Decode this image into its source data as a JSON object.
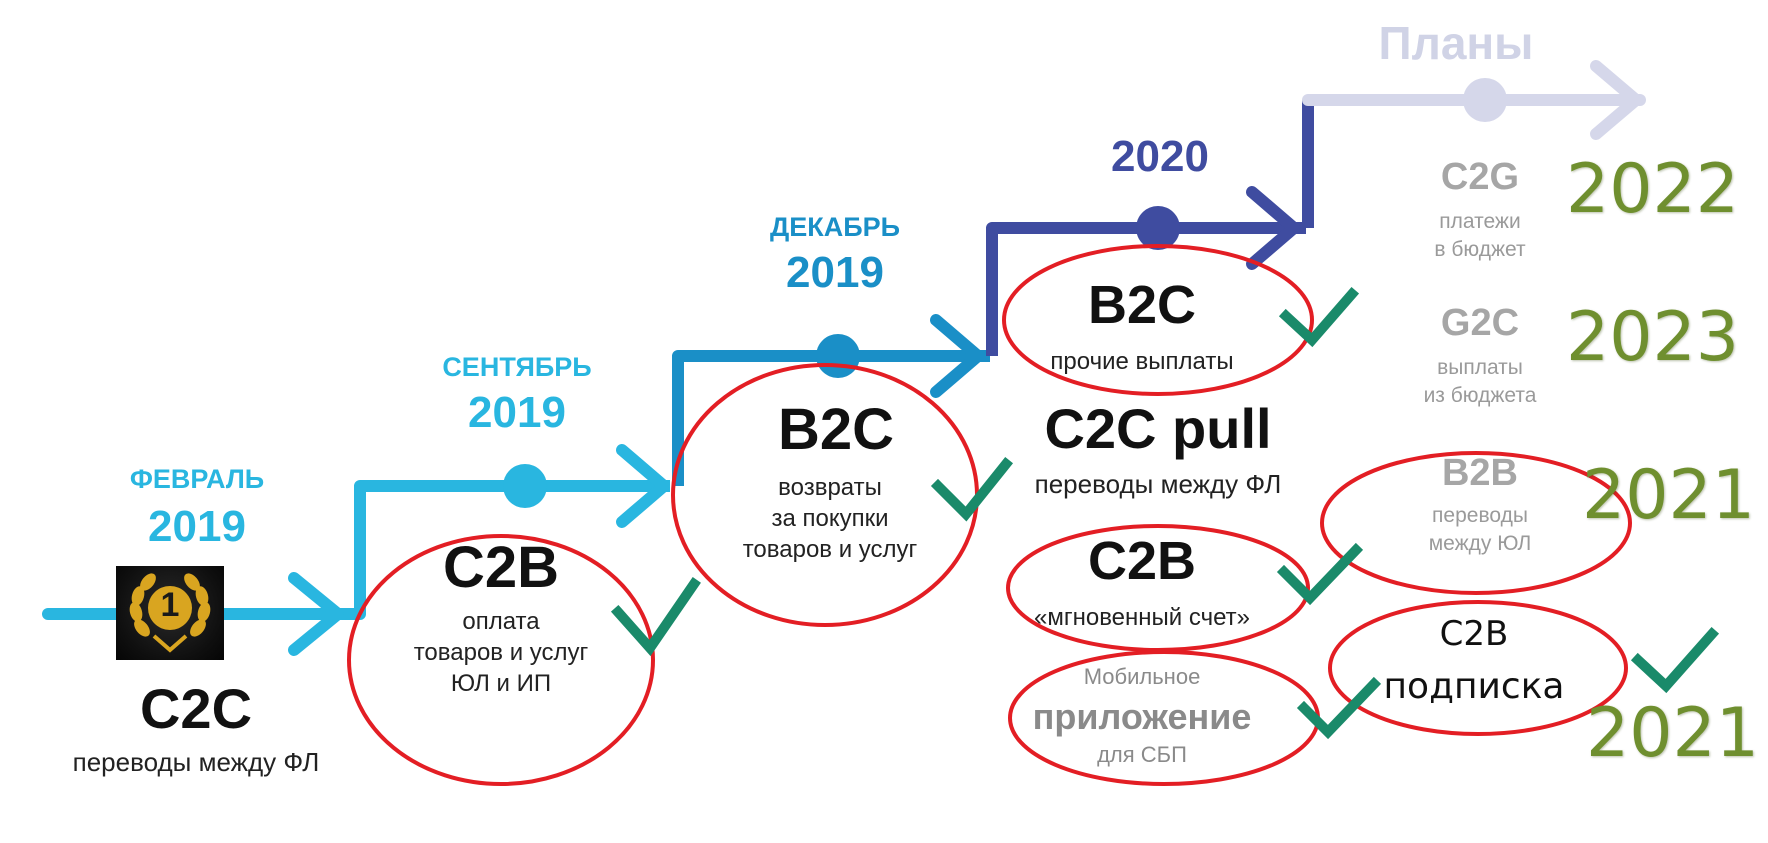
{
  "colors": {
    "stage1": "#29b6e0",
    "stage2": "#1a8fc7",
    "stage3": "#3f4ca0",
    "plans": "#d5d7ea",
    "circle": "#e31e24",
    "check": "#1a8a6a",
    "green_year": "#6f8f2f",
    "medal_gold": "#d9a520"
  },
  "stages": [
    {
      "month": "ФЕВРАЛЬ",
      "year": "2019",
      "code": "C2C",
      "desc": "переводы между ФЛ",
      "badge": "1"
    },
    {
      "month": "СЕНТЯБРЬ",
      "year": "2019",
      "code": "C2B",
      "desc": [
        "оплата",
        "товаров и услуг",
        "ЮЛ и ИП"
      ]
    },
    {
      "month": "ДЕКАБРЬ",
      "year": "2019",
      "code": "B2C",
      "desc": [
        "возвраты",
        "за покупки",
        "товаров и услуг"
      ]
    },
    {
      "year": "2020",
      "items": [
        {
          "code": "B2C",
          "desc": "прочие выплаты"
        },
        {
          "code": "C2C pull",
          "desc": "переводы между ФЛ"
        },
        {
          "code": "C2B",
          "desc": "«мгновенный счет»"
        },
        {
          "top": "Мобильное",
          "code": "приложение",
          "desc": "для СБП"
        }
      ]
    }
  ],
  "plans": {
    "title": "Планы",
    "items": [
      {
        "code": "C2G",
        "desc": [
          "платежи",
          "в бюджет"
        ],
        "year": "2022"
      },
      {
        "code": "G2C",
        "desc": [
          "выплаты",
          "из бюджета"
        ],
        "year": "2023"
      },
      {
        "code": "B2B",
        "desc": [
          "переводы",
          "между ЮЛ"
        ],
        "year": "2021"
      }
    ],
    "extra": {
      "code": "C2B",
      "desc": "подписка",
      "year": "2021"
    }
  }
}
